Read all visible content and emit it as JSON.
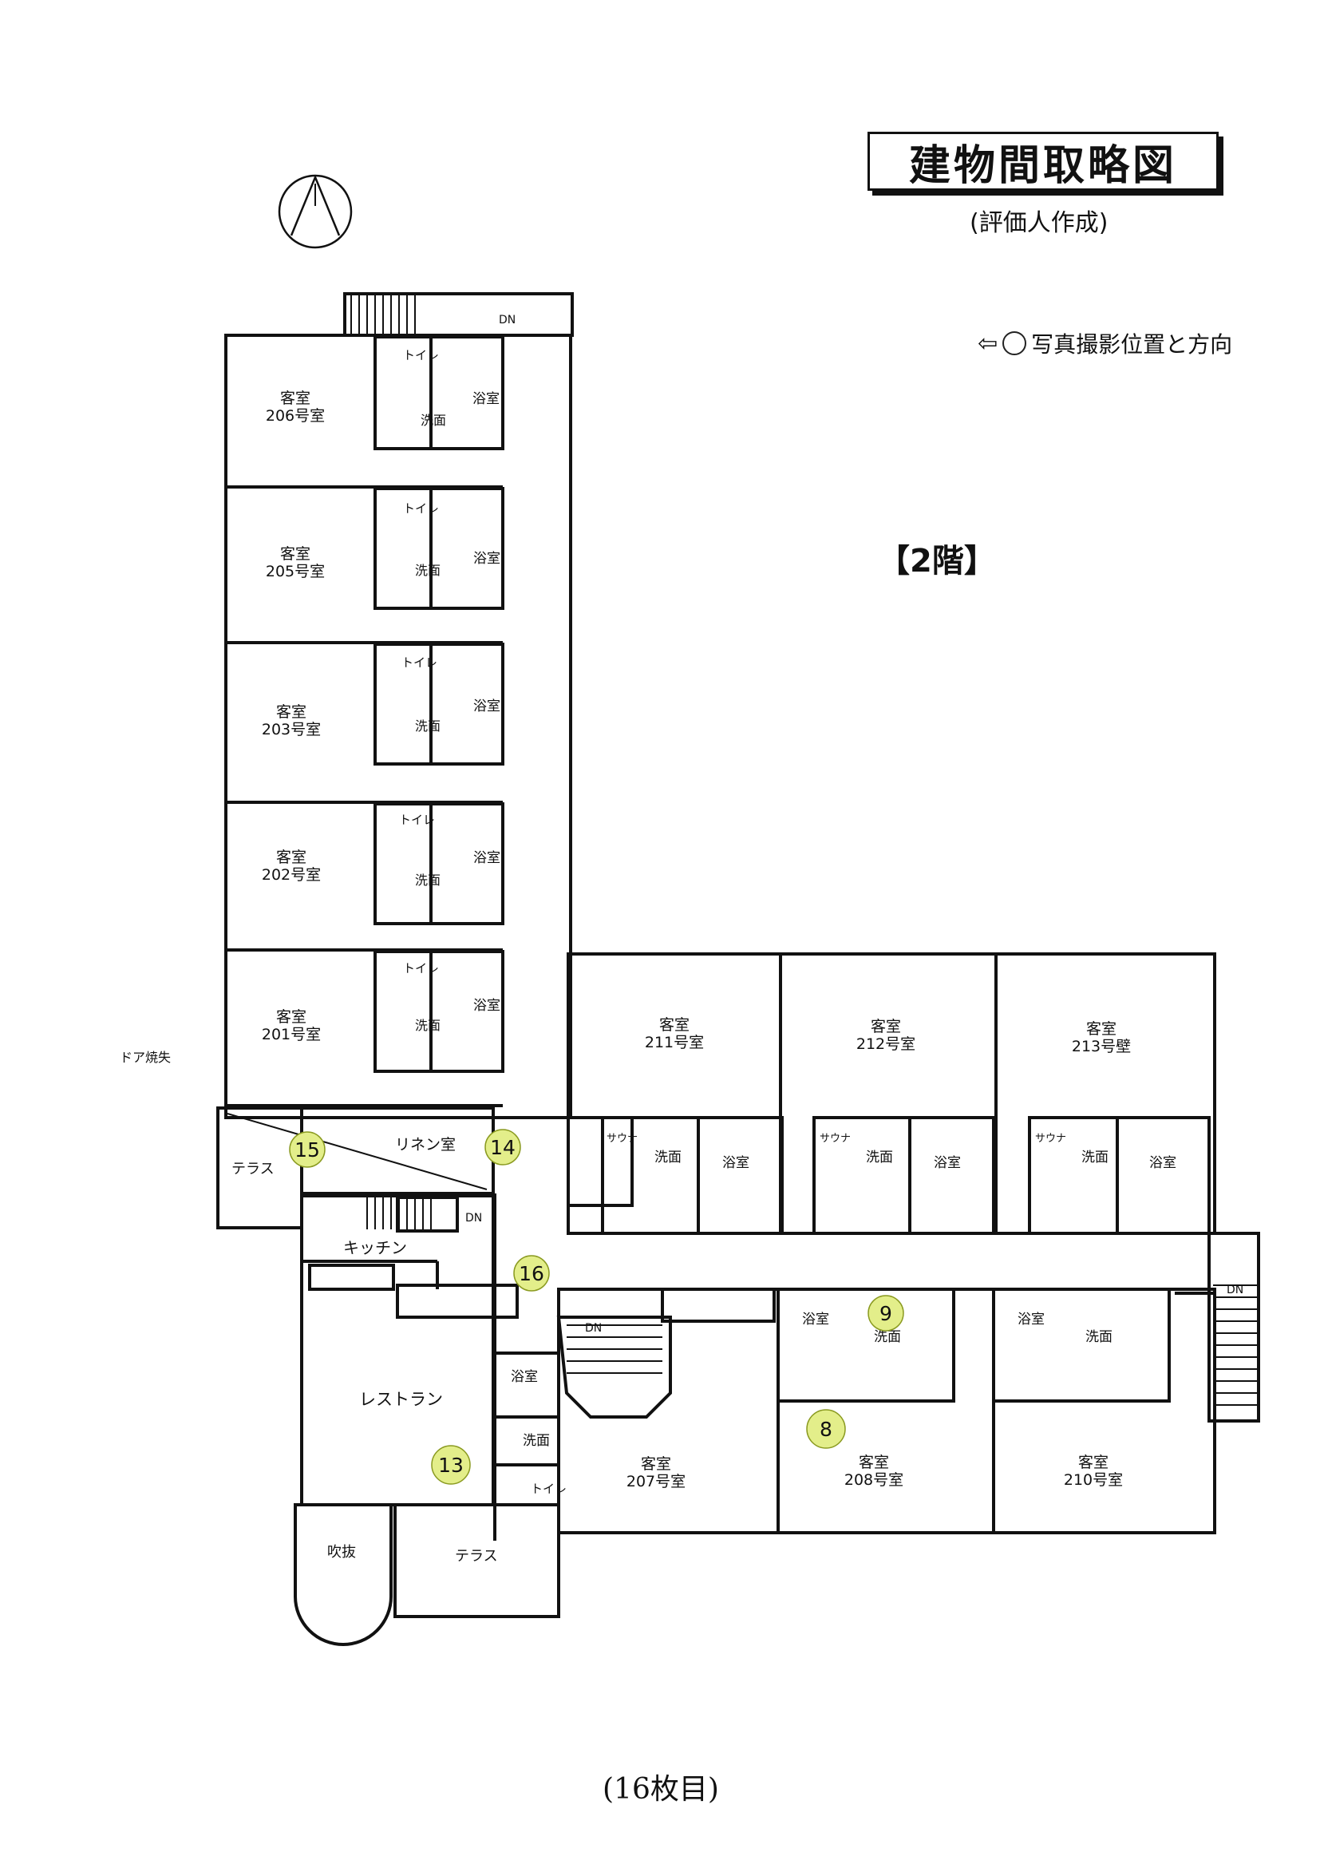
{
  "title": "建物間取略図",
  "subtitle": "(評価人作成)",
  "floor": "【2階】",
  "legend": {
    "label": "写真撮影位置と方向",
    "arrow_icon": "arrow-left-icon",
    "circle_icon": "circle-icon"
  },
  "page_number": "(16枚目)",
  "plan": {
    "rooms": {
      "r206": [
        "客室",
        "206号室"
      ],
      "r205": [
        "客室",
        "205号室"
      ],
      "r203": [
        "客室",
        "203号室"
      ],
      "r202": [
        "客室",
        "202号室"
      ],
      "r201": [
        "客室",
        "201号室"
      ],
      "r211": [
        "客室",
        "211号室"
      ],
      "r212": [
        "客室",
        "212号室"
      ],
      "r213": [
        "客室",
        "213号壁"
      ],
      "r207": [
        "客室",
        "207号室"
      ],
      "r208": [
        "客室",
        "208号室"
      ],
      "r210": [
        "客室",
        "210号室"
      ]
    },
    "labels": {
      "toilet": "トイレ",
      "bath": "浴室",
      "wash": "洗面",
      "sauna": "サウナ",
      "linen": "リネン室",
      "kitchen": "キッチン",
      "restaurant": "レストラン",
      "terrace": "テラス",
      "fukinuke": "吹抜",
      "dn": "DN",
      "door_missing": "ドア焼失",
      "bath_v1": "浴",
      "bath_v2": "室",
      "wash_v1": "洗",
      "wash_v2": "面"
    },
    "photo_markers": [
      "8",
      "9",
      "13",
      "14",
      "15",
      "16"
    ],
    "marker_color": "#e3ee8a"
  }
}
